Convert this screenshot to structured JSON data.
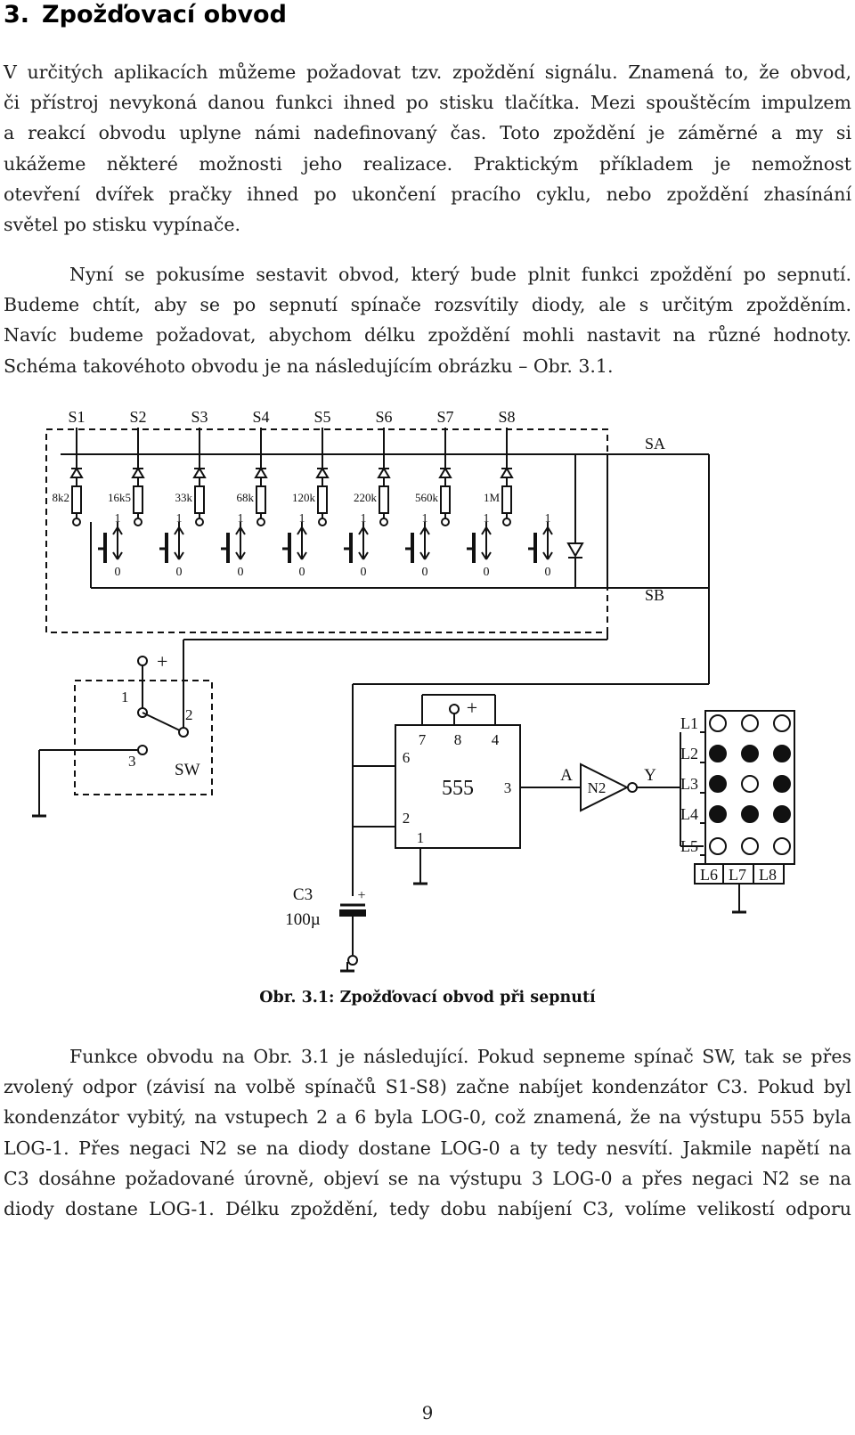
{
  "section": {
    "number": "3.",
    "title": "Zpožďovací obvod"
  },
  "paragraph1": {
    "lines": [
      "V určitých aplikacích můžeme požadovat tzv. zpoždění signálu. Znamená to, že obvod,",
      "či přístroj nevykoná danou funkci ihned po stisku tlačítka. Mezi spouštěcím impulzem",
      "a reakcí obvodu uplyne námi nadefinovaný čas. Toto zpoždění je záměrné a my si",
      "ukážeme některé možnosti jeho realizace. Praktickým příkladem je nemožnost",
      "otevření dvířek pračky ihned po ukončení pracího cyklu, nebo zpoždění zhasínání",
      "světel po stisku vypínače."
    ]
  },
  "paragraph2": {
    "lines": [
      "Nyní se pokusíme sestavit obvod, který bude plnit funkci zpoždění po sepnutí.",
      "Budeme chtít, aby se po sepnutí spínače rozsvítily diody, ale s určitým zpožděním.",
      "Navíc budeme požadovat, abychom délku zpoždění mohli nastavit na různé hodnoty.",
      "Schéma takovéhoto obvodu je na následujícím obrázku – Obr. 3.1."
    ]
  },
  "schematic": {
    "switches": [
      "S1",
      "S2",
      "S3",
      "S4",
      "S5",
      "S6",
      "S7",
      "S8"
    ],
    "resistors": [
      "8k2",
      "16k5",
      "33k",
      "68k",
      "120k",
      "220k",
      "560k",
      "1M"
    ],
    "pos_on": "1",
    "pos_off": "0",
    "bus_a": "SA",
    "bus_b": "SB",
    "sw": {
      "name": "SW",
      "pin1": "1",
      "pin2": "2",
      "pin3": "3",
      "plus": "+"
    },
    "ic": {
      "name": "555",
      "pins": {
        "p7": "7",
        "p8": "8",
        "p4": "4",
        "p6": "6",
        "p3": "3",
        "p2": "2",
        "p1": "1"
      },
      "plus": "+"
    },
    "inverter": {
      "name": "N2",
      "in": "A",
      "out": "Y"
    },
    "capacitor": {
      "name": "C3",
      "value": "100µ",
      "polarity": "+"
    },
    "leds": {
      "rows": [
        "L1",
        "L2",
        "L3",
        "L4",
        "L5"
      ],
      "bottom": [
        "L6",
        "L7",
        "L8"
      ],
      "grid": [
        [
          0,
          0,
          0
        ],
        [
          1,
          1,
          1
        ],
        [
          1,
          0,
          1
        ],
        [
          1,
          1,
          1
        ],
        [
          0,
          0,
          0
        ]
      ]
    }
  },
  "caption": "Obr. 3.1: Zpožďovací obvod při sepnutí",
  "paragraph3": {
    "lines": [
      "Funkce obvodu na Obr. 3.1 je následující. Pokud sepneme spínač SW, tak se přes",
      "zvolený odpor (závisí na volbě spínačů S1-S8) začne nabíjet kondenzátor C3. Pokud byl",
      "kondenzátor vybitý, na vstupech 2 a 6 byla LOG-0, což znamená, že na výstupu 555 byla",
      "LOG-1. Přes negaci N2 se na diody dostane LOG-0 a ty tedy nesvítí. Jakmile napětí na",
      "C3 dosáhne požadované úrovně, objeví se na výstupu 3 LOG-0 a přes negaci N2 se na",
      "diody dostane LOG-1. Délku zpoždění, tedy dobu nabíjení C3, volíme velikostí odporu"
    ]
  },
  "page_number": "9"
}
